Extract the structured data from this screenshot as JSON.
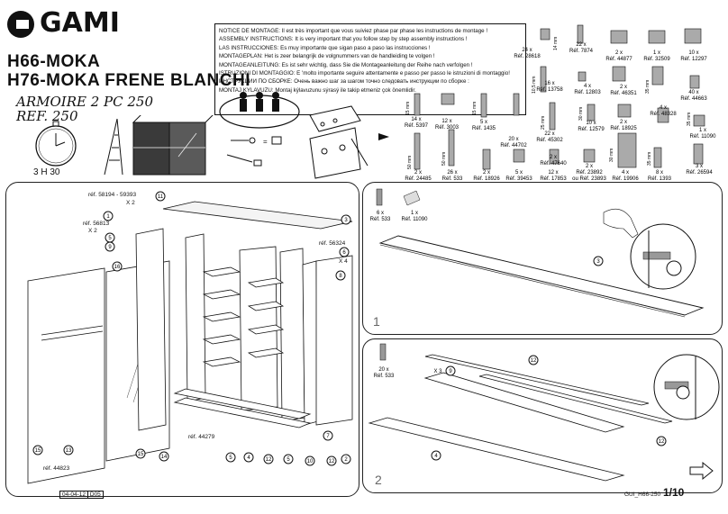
{
  "brand": "GAMI",
  "title_line1": "H66-MOKA",
  "title_line2": "H76-MOKA FRENE BLANCHI",
  "subtitle": "ARMOIRE 2 PC 250",
  "ref": "REF. 250",
  "assembly_time": "3 H 30",
  "notice_lines": [
    "NOTICE DE MONTAGE: Il est très important que vous suiviez phase par phase les instructions de montage !",
    "ASSEMBLY INSTRUCTIONS: It is very important that you follow step by step assembly instructions !",
    "LAS INSTRUCCIONES: Es muy importante que sigan paso a paso las instrucciones !",
    "MONTAGEPLAN: Het is zeer belangrijk de volgnummers van de handleiding te volgen !",
    "MONTAGEANLEITUNG: Es ist sehr wichtig, dass Sie die Montageanleitung der Reihe nach verfolgen !",
    "ISTRUZIONI DI MONTAGGIO: E 'molto importante seguire attentamente e passo per passo le istruzioni di montaggio!",
    "ИНСТРУКЦИИ ПО СБОРКЕ: Очень важно шаг за шагом точно следовать инструкции по сборке :",
    "MONTAJ KYLAVUZU: Montaj kýlavuzunu sýrasý ile takip etmeniz çok önemlidir."
  ],
  "hardware": [
    {
      "qty": "24 x",
      "ref": "Réf. 28618"
    },
    {
      "qty": "22 x",
      "ref": "Réf. 7874"
    },
    {
      "qty": "2 x",
      "ref": "Réf. 44877"
    },
    {
      "qty": "1 x",
      "ref": "Réf. 32509"
    },
    {
      "qty": "10 x",
      "ref": "Réf. 12297"
    },
    {
      "qty": "16 x",
      "ref": "Réf. 13758"
    },
    {
      "qty": "4 x",
      "ref": "Réf. 12803"
    },
    {
      "qty": "2 x",
      "ref": "Réf. 46351"
    },
    {
      "qty": "40 x",
      "ref": "Réf. 44663"
    },
    {
      "qty": "14 x",
      "ref": "Réf. 5397"
    },
    {
      "qty": "12 x",
      "ref": "Réf. 3003"
    },
    {
      "qty": "5 x",
      "ref": "Réf. 1435"
    },
    {
      "qty": "22 x",
      "ref": "Réf. 45302"
    },
    {
      "qty": "10 x",
      "ref": "Réf. 12579"
    },
    {
      "qty": "2 x",
      "ref": "Réf. 18925"
    },
    {
      "qty": "4 x",
      "ref": "Réf. 48328"
    },
    {
      "qty": "1 x",
      "ref": "Réf. 11090"
    },
    {
      "qty": "20 x",
      "ref": "Réf. 44702"
    },
    {
      "qty": "2 x",
      "ref": "Réf. 47640"
    },
    {
      "qty": "2 x",
      "ref": "Réf. 24485"
    },
    {
      "qty": "26 x",
      "ref": "Réf. 533"
    },
    {
      "qty": "2 x",
      "ref": "Réf. 18926"
    },
    {
      "qty": "5 x",
      "ref": "Réf. 39453"
    },
    {
      "qty": "12 x",
      "ref": "Réf. 17853"
    },
    {
      "qty": "2 x",
      "ref": "Réf. 23892"
    },
    {
      "qty": "ou Réf. 23893",
      "ref": ""
    },
    {
      "qty": "4 x",
      "ref": "Réf. 19906"
    },
    {
      "qty": "8 x",
      "ref": "Réf. 1393"
    },
    {
      "qty": "3 x",
      "ref": "Réf. 26594"
    }
  ],
  "dims": [
    "14 mm",
    "15 mm",
    "15 mm",
    "10,5 mm",
    "25 mm",
    "30 mm",
    "35 mm",
    "35 mm",
    "50 mm",
    "50 mm",
    "30 mm",
    "35 mm"
  ],
  "main": {
    "refs": [
      {
        "text": "réf. 58194 - 59393",
        "sub": "X 2"
      },
      {
        "text": "réf. 56813",
        "sub": "X 2"
      },
      {
        "text": "réf. 56324",
        "sub": "X 4"
      },
      {
        "text": "réf. 44279",
        "sub": ""
      },
      {
        "text": "réf. 44823",
        "sub": ""
      }
    ],
    "parts_top": [
      "11",
      "1",
      "5",
      "9",
      "16",
      "3",
      "6",
      "8"
    ],
    "parts_bottom": [
      "15",
      "13",
      "15",
      "14",
      "5",
      "4",
      "12",
      "5",
      "10",
      "12",
      "2",
      "7"
    ]
  },
  "step1": {
    "number": "1",
    "items": [
      {
        "qty": "6 x",
        "ref": "Réf. 533"
      },
      {
        "qty": "1 x",
        "ref": "Réf. 11090"
      }
    ],
    "part": "3"
  },
  "step2": {
    "number": "2",
    "items": [
      {
        "qty": "20 x",
        "ref": "Réf. 533"
      }
    ],
    "parts": [
      "12",
      "9",
      "12",
      "4"
    ],
    "mult": "X 3"
  },
  "date": "04-04-12",
  "date_code": "D05",
  "footer_code": "GUI_H66-250",
  "page": "1/10"
}
